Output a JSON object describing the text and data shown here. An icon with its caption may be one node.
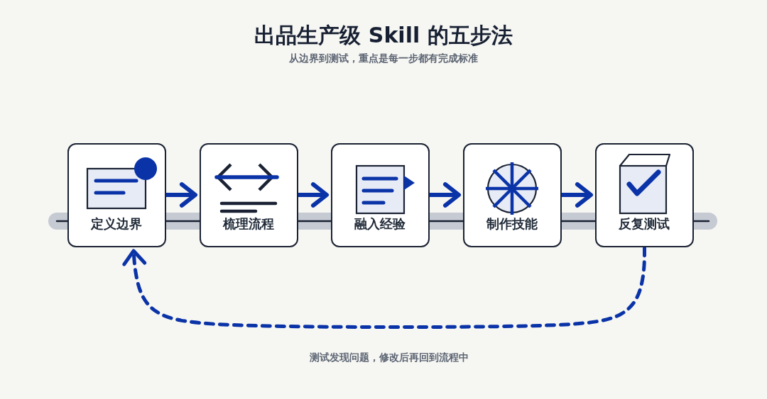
{
  "diagram": {
    "title": "出品生产级 Skill 的五步法",
    "nodes": [
      {
        "text": [
          "定义边界"
        ]
      },
      {
        "text": [
          "梳理流程"
        ]
      },
      {
        "text": [
          "融入经验"
        ]
      },
      {
        "text": [
          "制作技能"
        ]
      },
      {
        "text": [
          "反复测试"
        ]
      }
    ],
    "edges": [
      {
        "from": 0,
        "to": 1,
        "arrow": "to"
      },
      {
        "from": 1,
        "to": 2,
        "arrow": "to"
      },
      {
        "from": 2,
        "to": 3,
        "arrow": "to"
      },
      {
        "from": 3,
        "to": 4,
        "arrow": "to"
      },
      {
        "from": 4,
        "to": 0,
        "arrow": "to",
        "style": "dashed",
        "label": "测试发现问题，修改后再回到流程中"
      }
    ],
    "labels": [
      "从边界到测试，重点是每一步都有完成标准"
    ]
  }
}
